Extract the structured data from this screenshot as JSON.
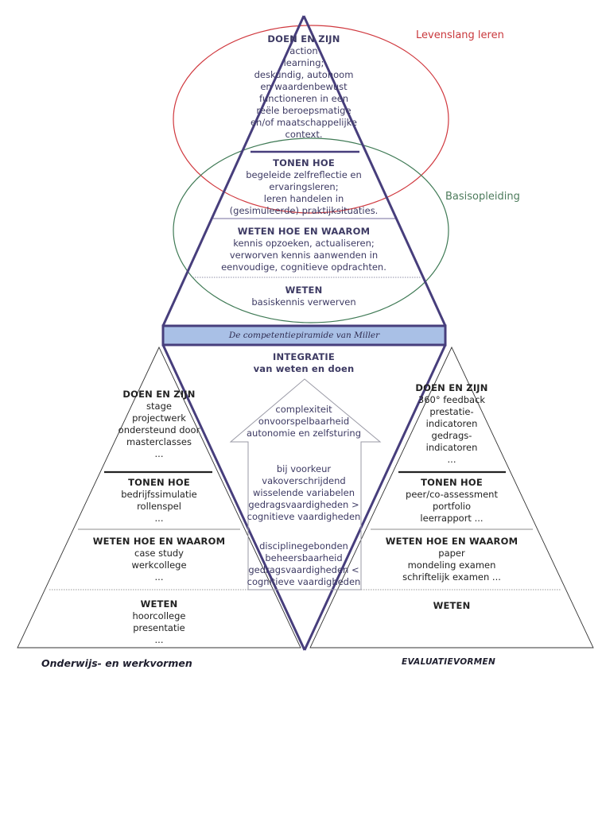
{
  "ellipses": {
    "outer_label": "Levenslang leren",
    "inner_label": "Basisopleiding",
    "outer_color": "#d0383e",
    "inner_color": "#3f7a55"
  },
  "central_pyramid": {
    "level4": {
      "heading": "DOEN EN ZIJN",
      "lines": [
        "action",
        "learning;",
        "deskundig, autonoom",
        "en waardenbewust",
        "functioneren in een",
        "reële beroepsmatige",
        "en/of maatschappelijke",
        "context."
      ]
    },
    "level3": {
      "heading": "TONEN HOE",
      "lines": [
        "begeleide zelfreflectie en",
        "ervaringsleren;",
        "leren handelen in",
        "(gesimuleerde) praktijksituaties."
      ]
    },
    "level2": {
      "heading": "WETEN HOE EN WAAROM",
      "lines": [
        "kennis opzoeken, actualiseren;",
        "verworven kennis aanwenden in",
        "eenvoudige, cognitieve opdrachten."
      ]
    },
    "level1": {
      "heading": "WETEN",
      "lines": [
        "basiskennis verwerven"
      ]
    },
    "band_label": "De competentiepiramide van Miller",
    "band_color": "#a9c0e6",
    "line_color": "#473e7c"
  },
  "middle": {
    "heading1": "INTEGRATIE",
    "heading2": "van weten en doen",
    "arrow_lines": [
      "complexiteit",
      "onvoorspelbaarheid",
      "autonomie en zelfsturing"
    ],
    "block1": [
      "bij voorkeur",
      "vakoverschrijdend",
      "wisselende variabelen",
      "gedragsvaardigheden >",
      "cognitieve vaardigheden"
    ],
    "block2": [
      "disciplinegebonden",
      "beheersbaarheid",
      "gedragsvaardigheden <",
      "cognitieve vaardigheden"
    ]
  },
  "left_pyramid": {
    "level4": {
      "heading": "DOEN EN ZIJN",
      "lines": [
        "stage",
        "projectwerk",
        "ondersteund door",
        "masterclasses",
        "..."
      ]
    },
    "level3": {
      "heading": "TONEN HOE",
      "lines": [
        "bedrijfssimulatie",
        "rollenspel",
        "..."
      ]
    },
    "level2": {
      "heading": "WETEN HOE EN WAAROM",
      "lines": [
        "case study",
        "werkcollege",
        "..."
      ]
    },
    "level1": {
      "heading": "WETEN",
      "lines": [
        "hoorcollege",
        "presentatie",
        "..."
      ]
    },
    "caption": "Onderwijs- en werkvormen"
  },
  "right_pyramid": {
    "level4": {
      "heading": "DOEN EN ZIJN",
      "lines": [
        "360° feedback",
        "prestatie-",
        "indicatoren",
        "gedrags-",
        "indicatoren",
        "..."
      ]
    },
    "level3": {
      "heading": "TONEN HOE",
      "lines": [
        "peer/co-assessment",
        "portfolio",
        "leerrapport ..."
      ]
    },
    "level2": {
      "heading": "WETEN HOE EN WAAROM",
      "lines": [
        "paper",
        "mondeling examen",
        "schriftelijk examen ..."
      ]
    },
    "level1": {
      "heading": "WETEN",
      "lines": []
    },
    "caption": "EVALUATIEVORMEN"
  }
}
